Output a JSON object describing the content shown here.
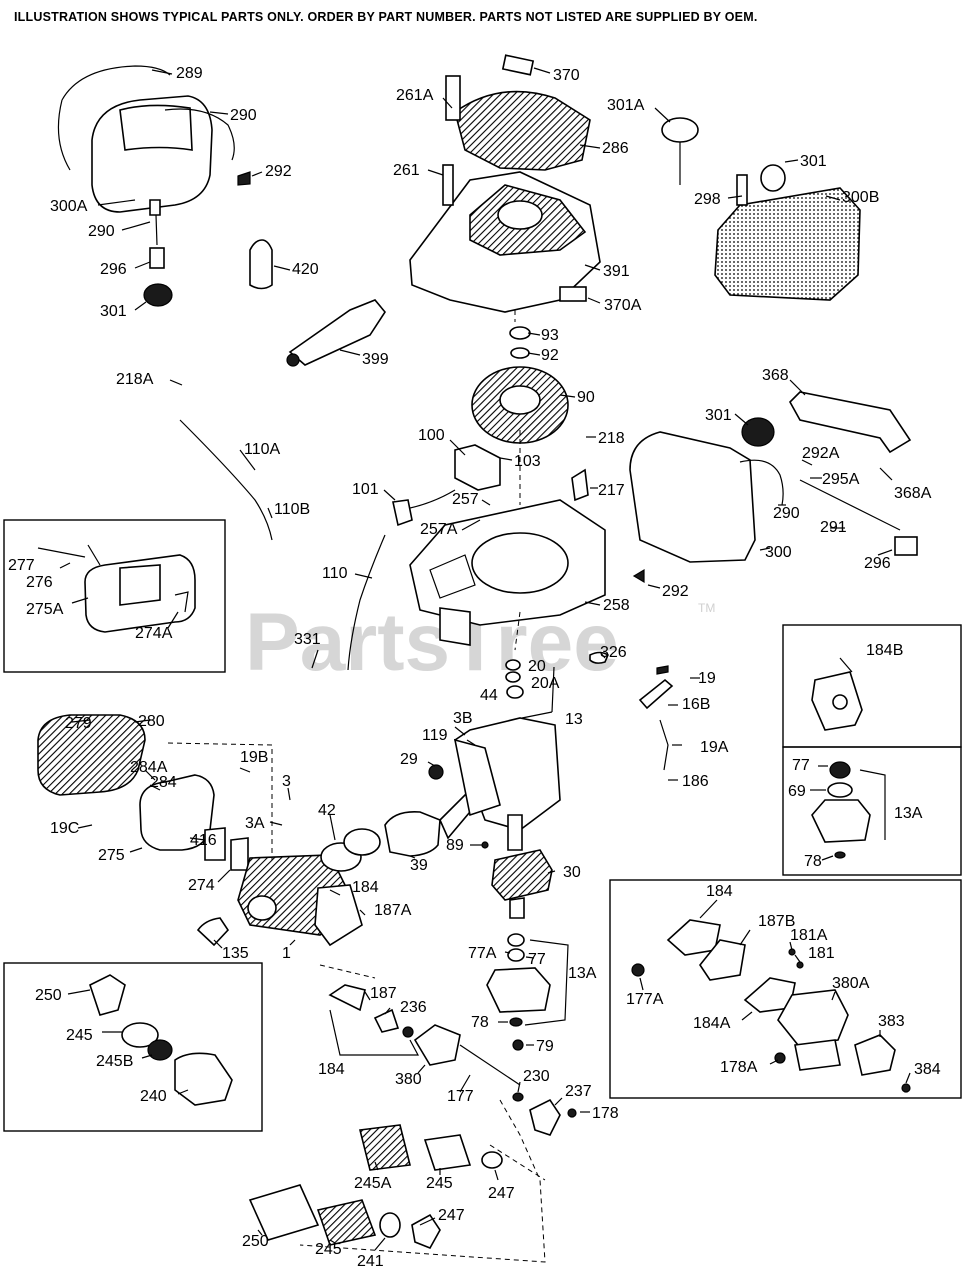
{
  "header": {
    "notice": "ILLUSTRATION SHOWS TYPICAL PARTS ONLY. ORDER BY PART NUMBER. PARTS NOT LISTED ARE SUPPLIED BY OEM."
  },
  "watermark": {
    "text": "PartsTree",
    "trademark": "TM"
  },
  "callouts": [
    "289",
    "290",
    "292",
    "300A",
    "290",
    "296",
    "301",
    "420",
    "399",
    "261A",
    "370",
    "286",
    "261",
    "391",
    "370A",
    "93",
    "92",
    "90",
    "301A",
    "301",
    "298",
    "300B",
    "218A",
    "110A",
    "110B",
    "100",
    "103",
    "218",
    "101",
    "257",
    "217",
    "257A",
    "110",
    "258",
    "368",
    "301",
    "292A",
    "295A",
    "368A",
    "290",
    "291",
    "300",
    "296",
    "292",
    "277",
    "276",
    "275A",
    "274A",
    "331",
    "326",
    "20",
    "20A",
    "44",
    "13",
    "19",
    "16B",
    "19A",
    "186",
    "184B",
    "77",
    "69",
    "13A",
    "78",
    "279",
    "280",
    "19B",
    "284A",
    "284",
    "3",
    "3A",
    "19C",
    "275",
    "416",
    "274",
    "42",
    "39",
    "3B",
    "119",
    "29",
    "89",
    "30",
    "184",
    "187A",
    "1",
    "135",
    "184",
    "187B",
    "181A",
    "181",
    "380A",
    "177A",
    "184A",
    "383",
    "178A",
    "384",
    "250",
    "245",
    "245B",
    "240",
    "187",
    "236",
    "184",
    "77A",
    "77",
    "13A",
    "78",
    "79",
    "380",
    "177",
    "230",
    "237",
    "178",
    "245A",
    "245",
    "247",
    "250",
    "245",
    "241",
    "247"
  ]
}
